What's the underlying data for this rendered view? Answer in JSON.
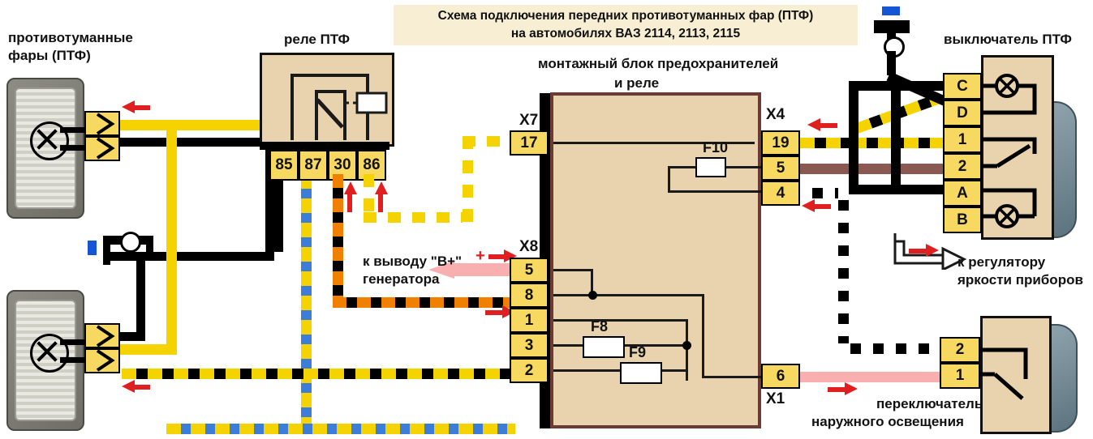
{
  "title": {
    "line1": "Схема подключения передних противотуманных фар (ПТФ)",
    "line2": "на автомобилях ВАЗ 2114, 2113, 2115"
  },
  "labels": {
    "fog_lamps": "противотуманные\nфары (ПТФ)",
    "fog_lamps_l1": "противотуманные",
    "fog_lamps_l2": "фары (ПТФ)",
    "relay": "реле ПТФ",
    "fusebox_l1": "монтажный блок предохранителей",
    "fusebox_l2": "и реле",
    "switch_ptf": "выключатель ПТФ",
    "generator_l1": "к выводу \"B+\"",
    "generator_l2": "генератора",
    "regulator_l1": "к регулятору",
    "regulator_l2": "яркости приборов",
    "outer_light_l1": "переключатель",
    "outer_light_l2": "наружного освещения",
    "plus_sign": "+"
  },
  "relay": {
    "name": "реле ПТФ",
    "terminals": [
      "85",
      "87",
      "30",
      "86"
    ]
  },
  "fusebox": {
    "name": "монтажный блок предохранителей и реле",
    "connectors": [
      {
        "name": "X7",
        "pins": [
          "17"
        ]
      },
      {
        "name": "X4",
        "pins": [
          "19",
          "5",
          "4"
        ]
      },
      {
        "name": "X8",
        "pins": [
          "5",
          "8",
          "1",
          "3",
          "2"
        ]
      },
      {
        "name": "X1",
        "pins": [
          "6"
        ]
      }
    ],
    "fuses": [
      "F10",
      "F8",
      "F9"
    ]
  },
  "switch_ptf": {
    "name": "выключатель ПТФ",
    "pins": [
      "C",
      "D",
      "1",
      "2",
      "A",
      "B"
    ]
  },
  "switch_outer": {
    "name": "переключатель наружного освещения",
    "pins": [
      "2",
      "1"
    ]
  },
  "colors": {
    "yellow": "#f5d300",
    "black": "#000000",
    "orange": "#f08000",
    "blue": "#3b7dd8",
    "pink": "#f9aeb0",
    "brown": "#8a5a52",
    "tan": "#e8d3ae",
    "terminal": "#f7d860",
    "arrow_red": "#e02020",
    "title_bg": "#f7eed3"
  }
}
